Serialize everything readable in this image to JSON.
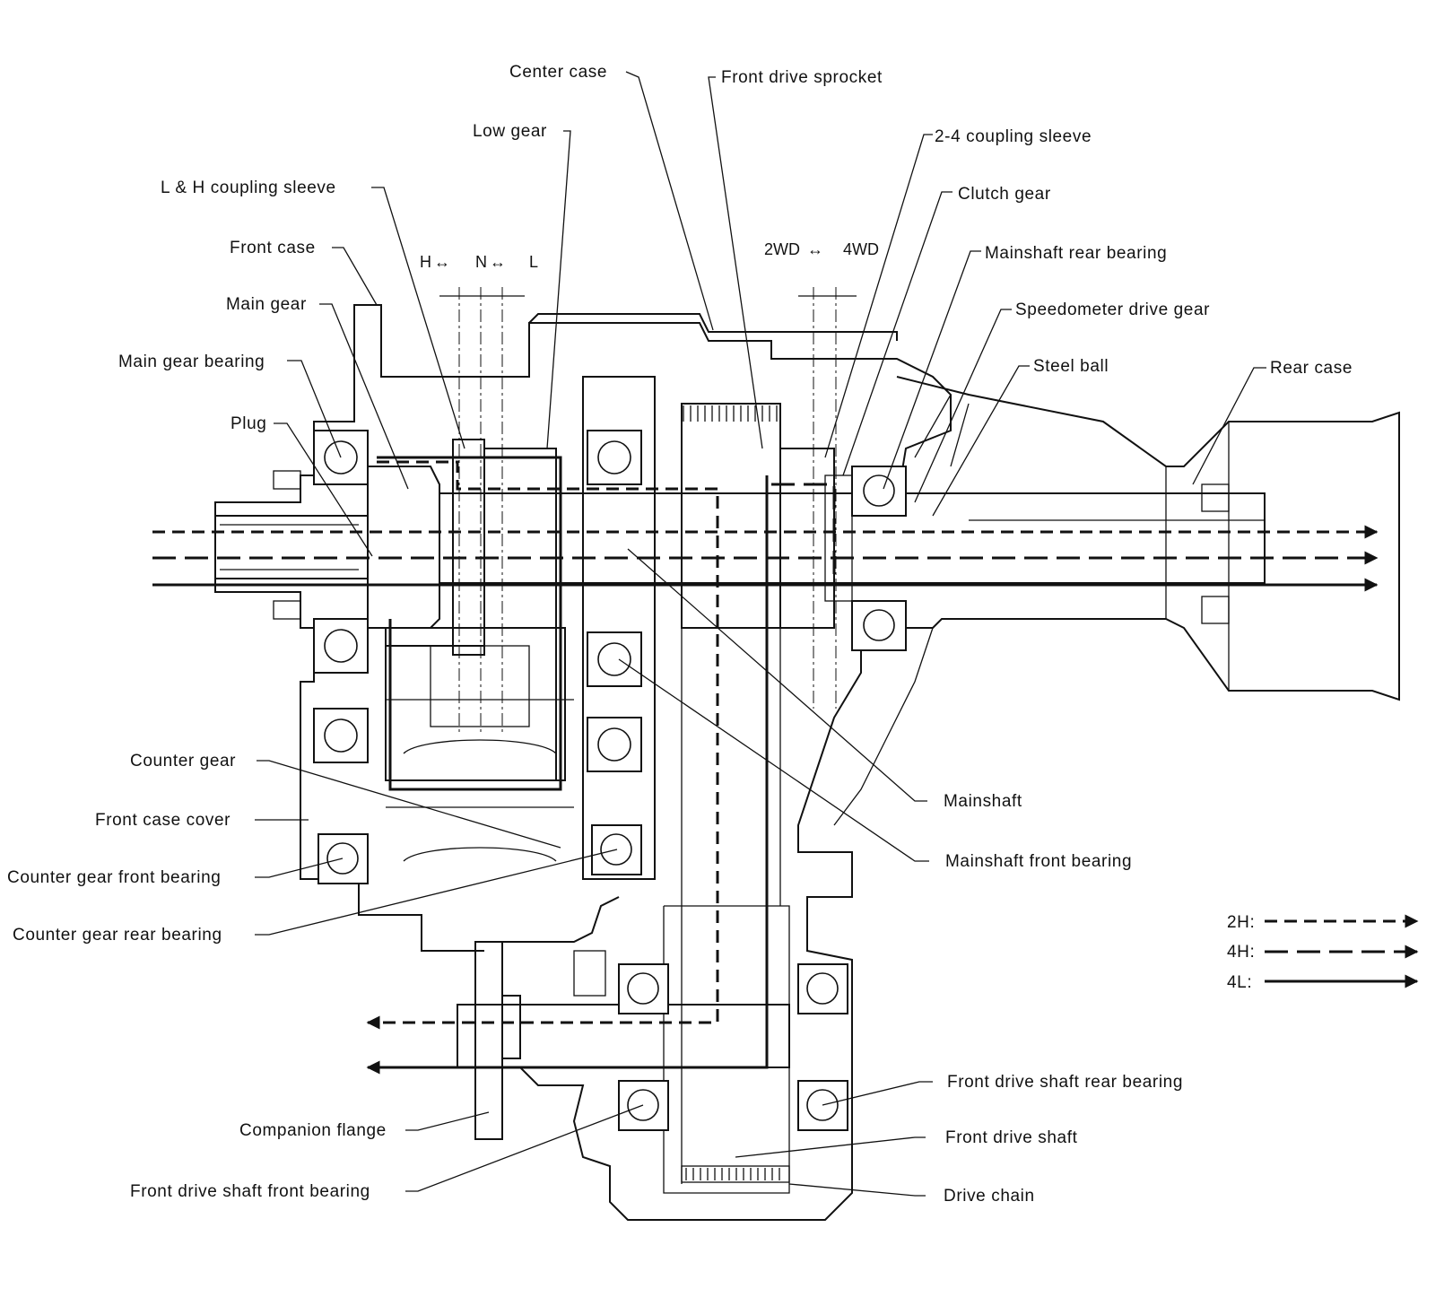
{
  "labels": {
    "center_case": "Center case",
    "front_drive_sprocket": "Front drive sprocket",
    "low_gear": "Low gear",
    "coupling_sleeve_24": "2-4 coupling sleeve",
    "lh_coupling_sleeve": "L & H coupling sleeve",
    "clutch_gear": "Clutch gear",
    "front_case": "Front case",
    "mainshaft_rear_bearing": "Mainshaft rear bearing",
    "main_gear": "Main gear",
    "speedometer_drive_gear": "Speedometer drive gear",
    "main_gear_bearing": "Main gear bearing",
    "steel_ball": "Steel ball",
    "rear_case": "Rear case",
    "plug": "Plug",
    "counter_gear": "Counter gear",
    "mainshaft": "Mainshaft",
    "front_case_cover": "Front case cover",
    "mainshaft_front_bearing": "Mainshaft front bearing",
    "counter_gear_front_bearing": "Counter gear front bearing",
    "counter_gear_rear_bearing": "Counter gear rear bearing",
    "front_drive_shaft_rear_bearing": "Front drive shaft rear bearing",
    "front_drive_shaft": "Front drive shaft",
    "companion_flange": "Companion flange",
    "drive_chain": "Drive chain",
    "front_drive_shaft_front_bearing": "Front drive shaft front bearing"
  },
  "shift_positions": {
    "h": "H",
    "n": "N",
    "l": "L",
    "two_wd": "2WD",
    "four_wd": "4WD",
    "arrow": "↔"
  },
  "legend": [
    {
      "label": "2H:",
      "style": "short-dash"
    },
    {
      "label": "4H:",
      "style": "long-dash"
    },
    {
      "label": "4L:",
      "style": "solid"
    }
  ]
}
